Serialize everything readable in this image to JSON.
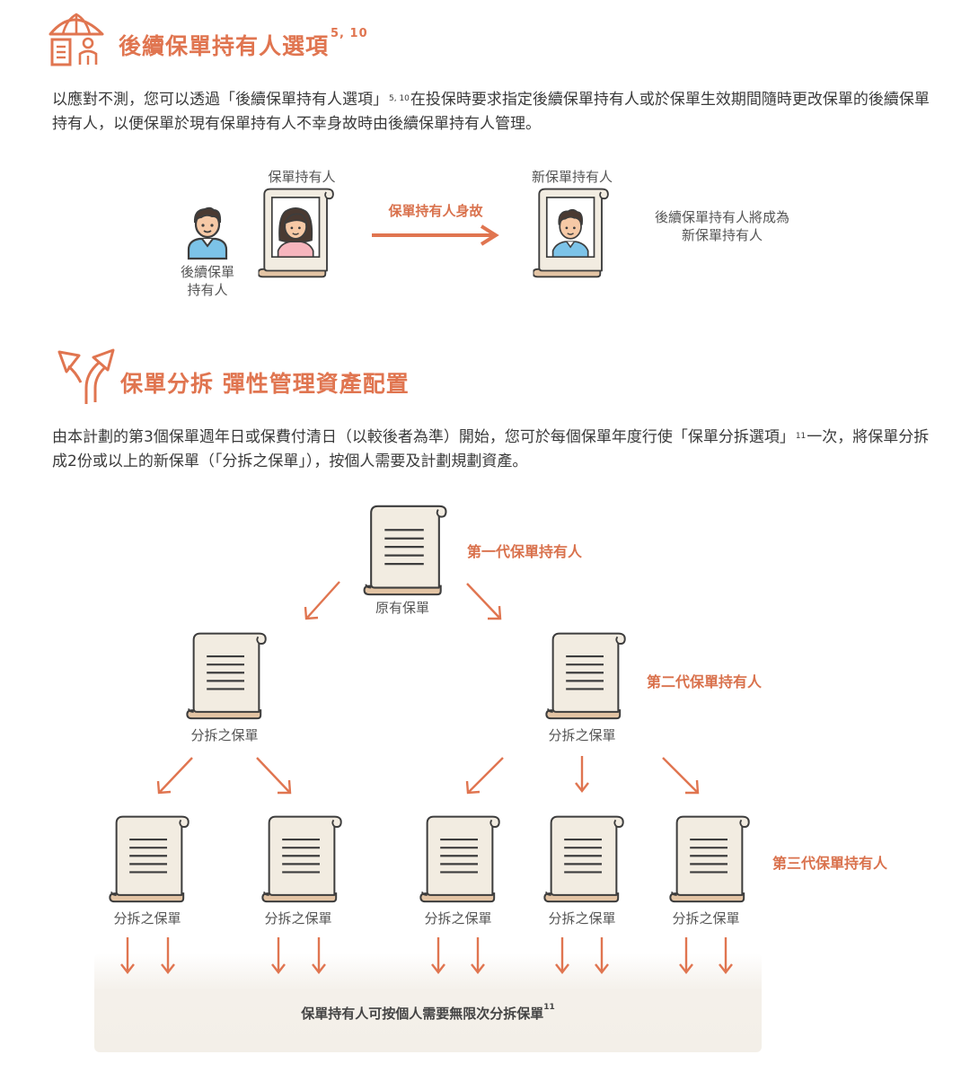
{
  "section1": {
    "title": "後續保單持有人選項",
    "title_sup": "5, 10",
    "para_part1": "以應對不測，您可以透過「後續保單持有人選項」",
    "para_sup": "5, 10",
    "para_part2": "在投保時要求指定後續保單持有人或於保單生效期間隨時更改保單的後續保單持有人，以便保單於現有保單持有人不幸身故時由後續保單持有人管理。",
    "diagram": {
      "current_holder_label": "保單持有人",
      "successor_label_line1": "後續保單",
      "successor_label_line2": "持有人",
      "event_label": "保單持有人身故",
      "new_holder_label": "新保單持有人",
      "result_line1": "後續保單持有人將成為",
      "result_line2": "新保單持有人"
    }
  },
  "section2": {
    "title": "保單分拆 彈性管理資產配置",
    "para_part1": "由本計劃的第3個保單週年日或保費付清日（以較後者為準）開始，您可於每個保單年度行使「保單分拆選項」",
    "para_sup": "11",
    "para_part2": "一次，將保單分拆成2份或以上的新保單（「分拆之保單」），按個人需要及計劃規劃資產。",
    "tree": {
      "original_label": "原有保單",
      "split_label": "分拆之保單",
      "gen1": "第一代保單持有人",
      "gen2": "第二代保單持有人",
      "gen3": "第三代保單持有人",
      "footer": "保單持有人可按個人需要無限次分拆保單",
      "footer_sup": "11"
    }
  },
  "colors": {
    "accent": "#e07550",
    "scroll_paper": "#f2ece1",
    "scroll_edge": "#e3c4a4",
    "outline": "#3d3d3d"
  }
}
